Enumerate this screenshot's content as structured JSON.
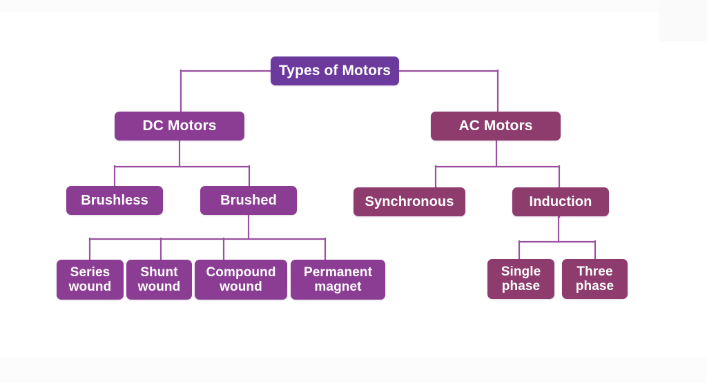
{
  "diagram": {
    "title": "Types of Motors",
    "type": "tree",
    "background_color": "#ffffff",
    "connector_color": "#9b4fa0",
    "palette": {
      "root": "#6b3a9c",
      "dc_branch": "#8a3d92",
      "ac_branch": "#8d3c6d",
      "text": "#ffffff"
    },
    "nodes": {
      "root": {
        "label": "Types of Motors"
      },
      "dc": {
        "label": "DC Motors"
      },
      "ac": {
        "label": "AC Motors"
      },
      "brushless": {
        "label": "Brushless"
      },
      "brushed": {
        "label": "Brushed"
      },
      "synchronous": {
        "label": "Synchronous"
      },
      "induction": {
        "label": "Induction"
      },
      "series_wound": {
        "line1": "Series",
        "line2": "wound"
      },
      "shunt_wound": {
        "line1": "Shunt",
        "line2": "wound"
      },
      "compound_wound": {
        "line1": "Compound",
        "line2": "wound"
      },
      "permanent_magnet": {
        "line1": "Permanent",
        "line2": "magnet"
      },
      "single_phase": {
        "line1": "Single",
        "line2": "phase"
      },
      "three_phase": {
        "line1": "Three",
        "line2": "phase"
      }
    },
    "hierarchy": [
      {
        "parent": "root",
        "children": [
          "dc",
          "ac"
        ]
      },
      {
        "parent": "dc",
        "children": [
          "brushless",
          "brushed"
        ]
      },
      {
        "parent": "ac",
        "children": [
          "synchronous",
          "induction"
        ]
      },
      {
        "parent": "brushed",
        "children": [
          "series_wound",
          "shunt_wound",
          "compound_wound",
          "permanent_magnet"
        ]
      },
      {
        "parent": "induction",
        "children": [
          "single_phase",
          "three_phase"
        ]
      }
    ]
  }
}
